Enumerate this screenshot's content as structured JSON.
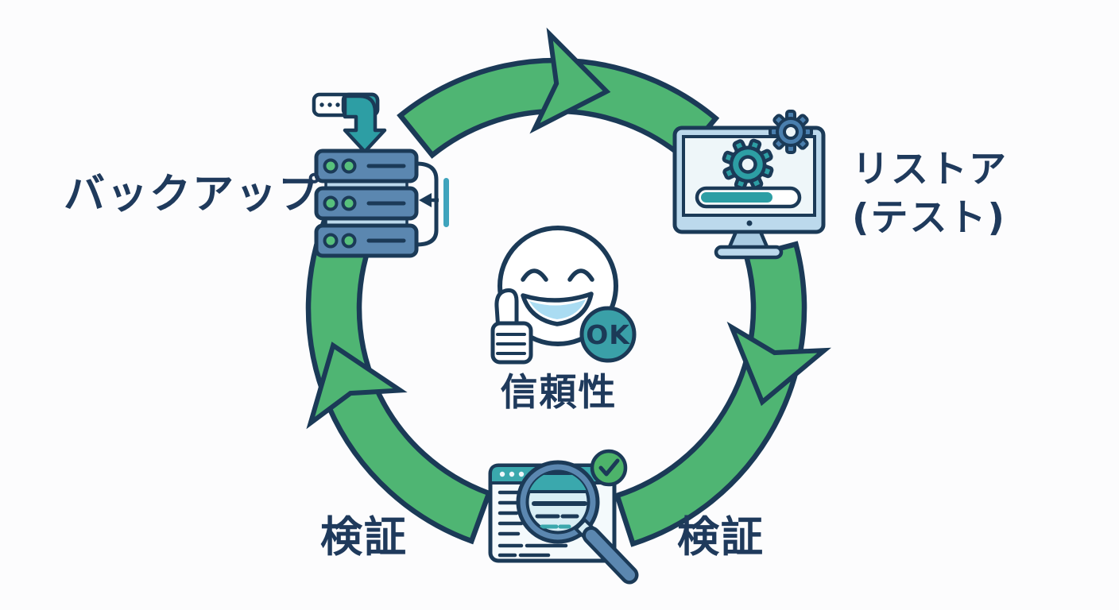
{
  "diagram": {
    "type": "cycle-diagram",
    "direction": "clockwise",
    "labels": {
      "backup": "バックアップ",
      "restore_line1": "リストア",
      "restore_line2": "(テスト)",
      "verify_left": "検証",
      "verify_right": "検証",
      "center": "信頼性",
      "ok_badge": "OK"
    },
    "cycle_steps": [
      "バックアップ",
      "リストア (テスト)",
      "検証",
      "検証"
    ],
    "icons": {
      "backup": "server-stack-icon with download-arrow-icon and restore-bracket-arrow",
      "restore_test": "monitor-icon with gear-icons and progress-bar",
      "verify": "document-icon with magnifier-icon and check-icon",
      "center": "smiley-face-icon with thumbs-up-icon and ok-badge"
    },
    "colors": {
      "background": "#fcfcfd",
      "outline_navy": "#1b3a57",
      "text_navy": "#1f3a5c",
      "arrow_green": "#4fb573",
      "teal": "#2d9ea4",
      "steel_blue": "#5b87b0",
      "light_blue": "#bcd9ec",
      "pale_blue": "#eef6f9",
      "smile_blue": "#aadcf2",
      "led_green": "#57c07c",
      "check_green": "#4db36a",
      "badge_teal": "#3aa0a8",
      "cyan_line": "#3fa4bd"
    }
  }
}
